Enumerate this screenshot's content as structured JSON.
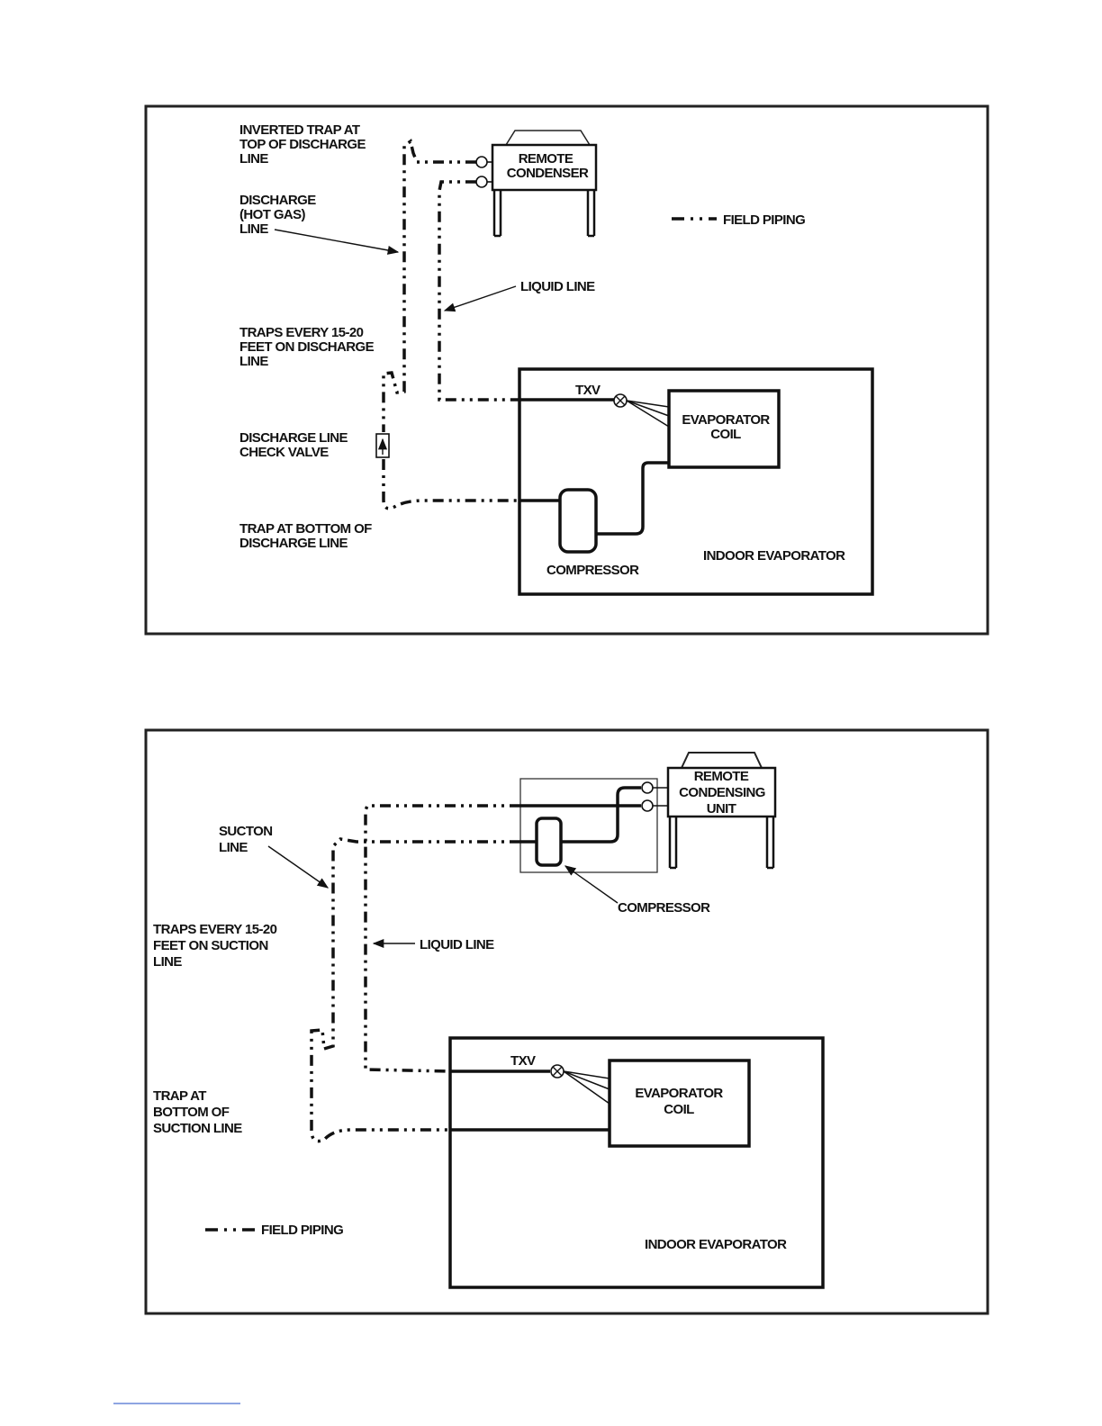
{
  "diagram1": {
    "inverted_trap_label": [
      "INVERTED TRAP AT",
      "TOP OF DISCHARGE",
      "LINE"
    ],
    "discharge_label": [
      "DISCHARGE",
      "(HOT GAS)",
      "LINE"
    ],
    "traps_label": [
      "TRAPS EVERY 15-20",
      "FEET ON DISCHARGE",
      "LINE"
    ],
    "check_valve_label": [
      "DISCHARGE LINE",
      "CHECK VALVE"
    ],
    "trap_bottom_label": [
      "TRAP AT BOTTOM OF",
      "DISCHARGE LINE"
    ],
    "remote_condenser": [
      "REMOTE",
      "CONDENSER"
    ],
    "field_piping": "FIELD PIPING",
    "liquid_line": "LIQUID LINE",
    "txv": "TXV",
    "evaporator_coil": [
      "EVAPORATOR",
      "COIL"
    ],
    "compressor": "COMPRESSOR",
    "indoor_evaporator": "INDOOR EVAPORATOR"
  },
  "diagram2": {
    "remote_condensing_unit": [
      "REMOTE",
      "CONDENSING",
      "UNIT"
    ],
    "suction_label": [
      "SUCTON",
      "LINE"
    ],
    "compressor": "COMPRESSOR",
    "traps_label": [
      "TRAPS EVERY 15-20",
      "FEET ON SUCTION",
      "LINE"
    ],
    "liquid_line": "LIQUID LINE",
    "txv": "TXV",
    "trap_bottom_label": [
      "TRAP AT",
      "BOTTOM OF",
      "SUCTION LINE"
    ],
    "evaporator_coil": [
      "EVAPORATOR",
      "COIL"
    ],
    "field_piping": "FIELD PIPING",
    "indoor_evaporator": "INDOOR EVAPORATOR"
  }
}
